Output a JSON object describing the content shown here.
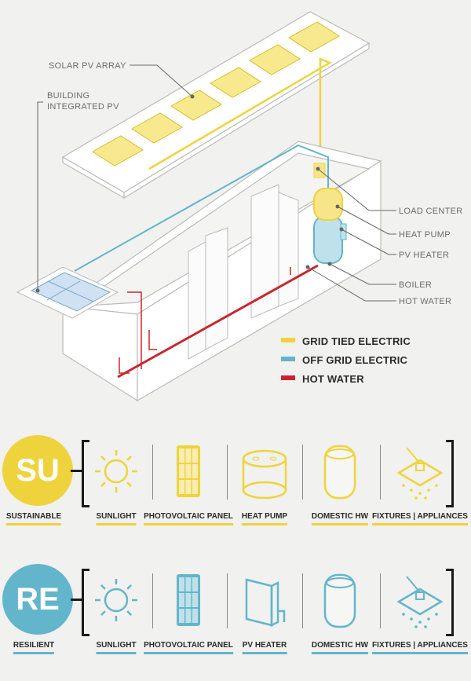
{
  "colors": {
    "grid_tied": "#efd33c",
    "off_grid": "#63b5cb",
    "hot_water": "#c8262c",
    "su": "#efd33c",
    "re": "#63b5cb"
  },
  "callouts": {
    "solar_pv_array": "SOLAR PV ARRAY",
    "building_integrated_pv_1": "BUILDING",
    "building_integrated_pv_2": "INTEGRATED PV",
    "load_center": "LOAD CENTER",
    "heat_pump": "HEAT PUMP",
    "pv_heater": "PV HEATER",
    "boiler": "BOILER",
    "hot_water": "HOT WATER"
  },
  "legend": [
    {
      "label": "GRID TIED ELECTRIC",
      "color": "#efd33c"
    },
    {
      "label": "OFF GRID ELECTRIC",
      "color": "#63b5cb"
    },
    {
      "label": "HOT WATER",
      "color": "#c8262c"
    }
  ],
  "rows": [
    {
      "badge": "SU",
      "label": "SUSTAINABLE",
      "color": "#efd33c",
      "items": [
        {
          "label": "SUNLIGHT",
          "icon": "sun-icon"
        },
        {
          "label": "PHOTOVOLTAIC PANEL",
          "icon": "pv-panel-icon"
        },
        {
          "label": "HEAT PUMP",
          "icon": "heat-pump-icon"
        },
        {
          "label": "DOMESTIC HW",
          "icon": "water-tank-icon"
        },
        {
          "label": "FIXTURES | APPLIANCES",
          "icon": "shower-fixture-icon"
        }
      ]
    },
    {
      "badge": "RE",
      "label": "RESILIENT",
      "color": "#63b5cb",
      "items": [
        {
          "label": "SUNLIGHT",
          "icon": "sun-icon"
        },
        {
          "label": "PHOTOVOLTAIC PANEL",
          "icon": "pv-panel-icon"
        },
        {
          "label": "PV HEATER",
          "icon": "pv-heater-icon"
        },
        {
          "label": "DOMESTIC HW",
          "icon": "water-tank-icon"
        },
        {
          "label": "FIXTURES | APPLIANCES",
          "icon": "shower-fixture-icon"
        }
      ]
    }
  ]
}
